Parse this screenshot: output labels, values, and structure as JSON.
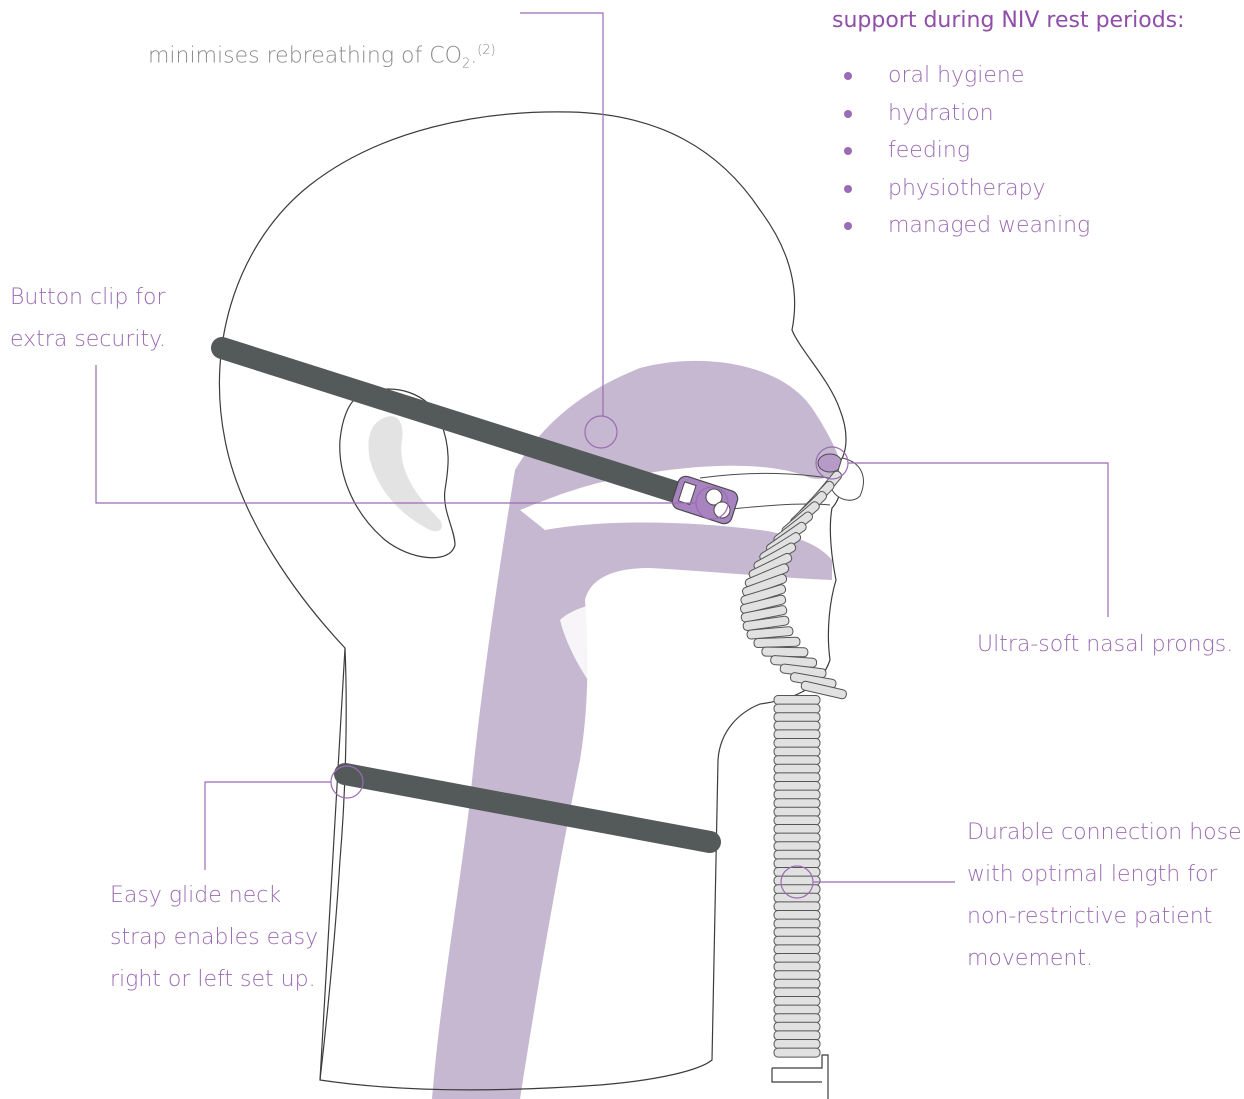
{
  "top_caption": {
    "text": "minimises rebreathing of CO",
    "sub": "2",
    "tail": ".",
    "sup": "(2)"
  },
  "niv_heading": "support during NIV rest periods:",
  "niv_list": [
    "oral hygiene",
    "hydration",
    "feeding",
    "physiotherapy",
    "managed weaning"
  ],
  "callouts": {
    "button_clip": "Button clip for\nextra security.",
    "nasal_prongs": "Ultra-soft nasal prongs.",
    "neck_strap": "Easy glide neck\nstrap enables easy\nright or left set up.",
    "hose": "Durable connection hose\nwith optimal length for\nnon-restrictive patient\nmovement."
  },
  "colors": {
    "accent": "#9b6bb3",
    "heading": "#8f4fa8",
    "airway": "#c5b8d0",
    "strap": "#54595a",
    "hose": "#e1e1e1",
    "clip": "#a784c0"
  }
}
